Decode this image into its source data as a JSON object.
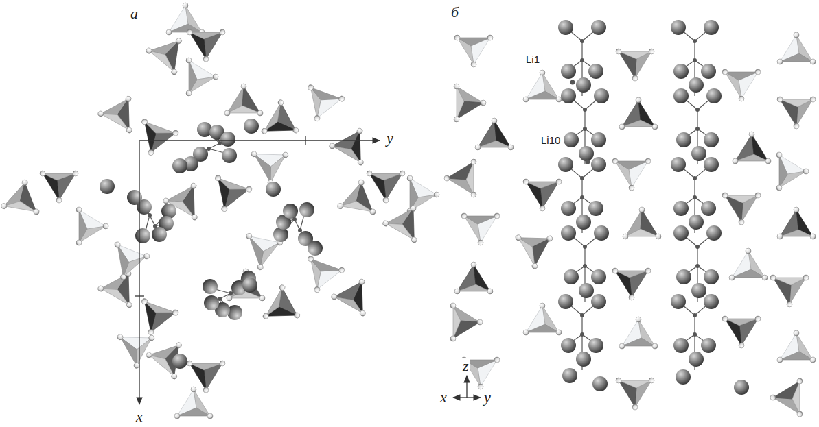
{
  "diagram": {
    "labels": [
      "а",
      "y",
      "x",
      "б",
      "Li1",
      "Li10",
      "z",
      "x",
      "y"
    ]
  }
}
